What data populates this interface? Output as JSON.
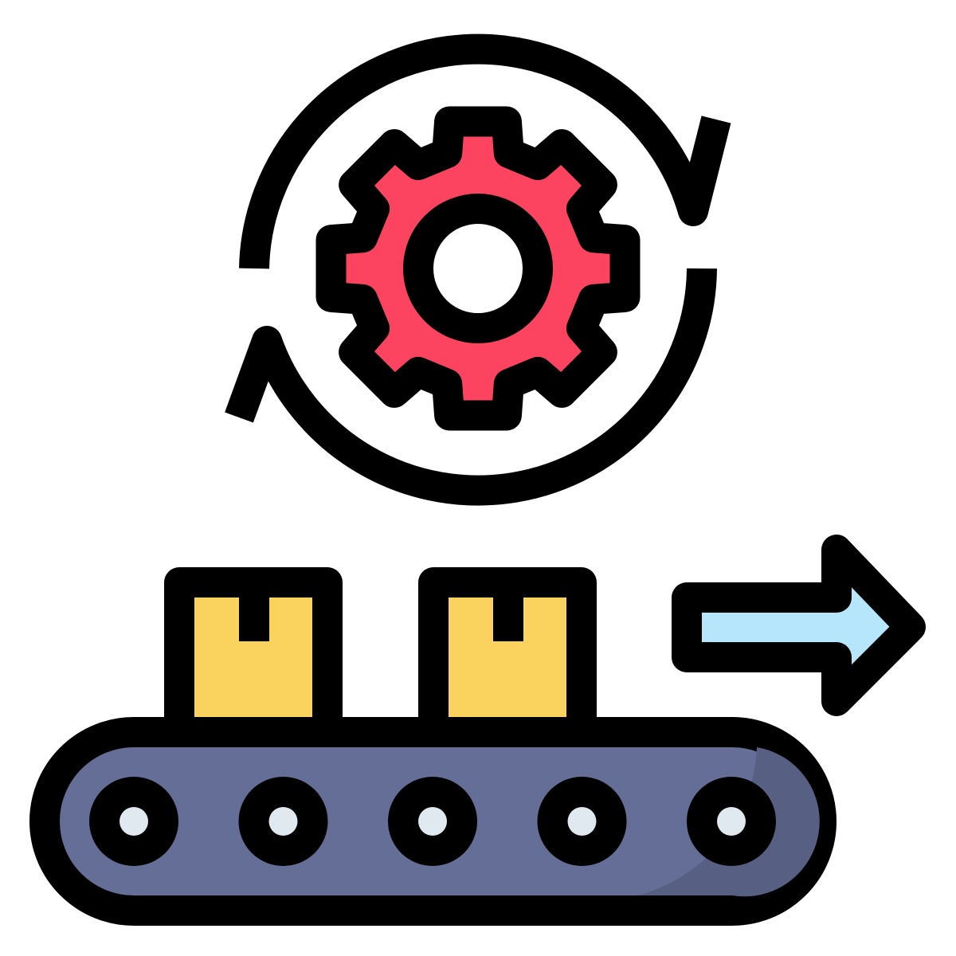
{
  "illustration": {
    "subject": "automated-production-conveyor-icon",
    "icons": [
      "refresh-cycle-icon",
      "gear-icon",
      "box-icon",
      "conveyor-belt-icon",
      "roller-icon",
      "arrow-right-icon"
    ],
    "colors": {
      "outline": "#000000",
      "gear": "#FC4461",
      "box": "#F9D35E",
      "belt": "#646E96",
      "belt_shadow": "#575F82",
      "roller": "#E1E9F0",
      "arrow": "#B5E6FB",
      "background": "#FFFFFF"
    },
    "gear_teeth": 8,
    "box_count": 2,
    "roller_count": 5
  }
}
